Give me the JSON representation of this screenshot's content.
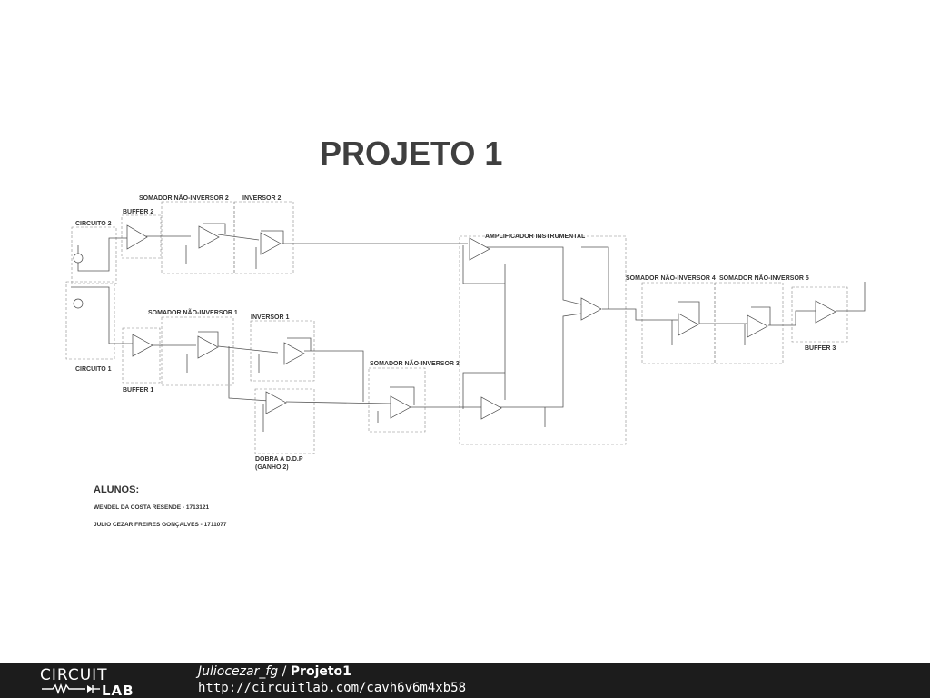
{
  "title": "PROJETO 1",
  "sections": {
    "somador_nao_inversor_2": "SOMADOR NÃO-INVERSOR 2",
    "inversor_2": "INVERSOR 2",
    "buffer_2": "BUFFER 2",
    "circuito_2": "CIRCUITO 2",
    "circuito_1": "CIRCUITO 1",
    "somador_nao_inversor_1": "SOMADOR NÃO-INVERSOR 1",
    "inversor_1": "INVERSOR 1",
    "buffer_1": "BUFFER 1",
    "somador_nao_inversor_3": "SOMADOR NÃO-INVERSOR 3",
    "dobra_1": "DOBRA A D.D.P",
    "dobra_2": "(GANHO 2)",
    "amplificador": "AMPLIFICADOR INSTRUMENTAL",
    "somador_nao_inversor_4": "SOMADOR NÃO-INVERSOR 4",
    "somador_nao_inversor_5": "SOMADOR NÃO-INVERSOR 5",
    "buffer_3": "BUFFER 3"
  },
  "students": {
    "header": "ALUNOS:",
    "names": [
      "WENDEL DA COSTA RESENDE - 1713121",
      "JULIO CEZAR FREIRES GONÇALVES - 1711077"
    ]
  },
  "footer": {
    "logo_top": "CIRCUIT",
    "logo_bottom": "LAB",
    "user": "Juliocezar_fg",
    "separator": " / ",
    "project": "Projeto1",
    "url": "http://circuitlab.com/cavh6v6m4xb58"
  },
  "colors": {
    "title": "#3f3f3f",
    "footer_bg": "#1c1c1c",
    "footer_text": "#ffffff"
  }
}
